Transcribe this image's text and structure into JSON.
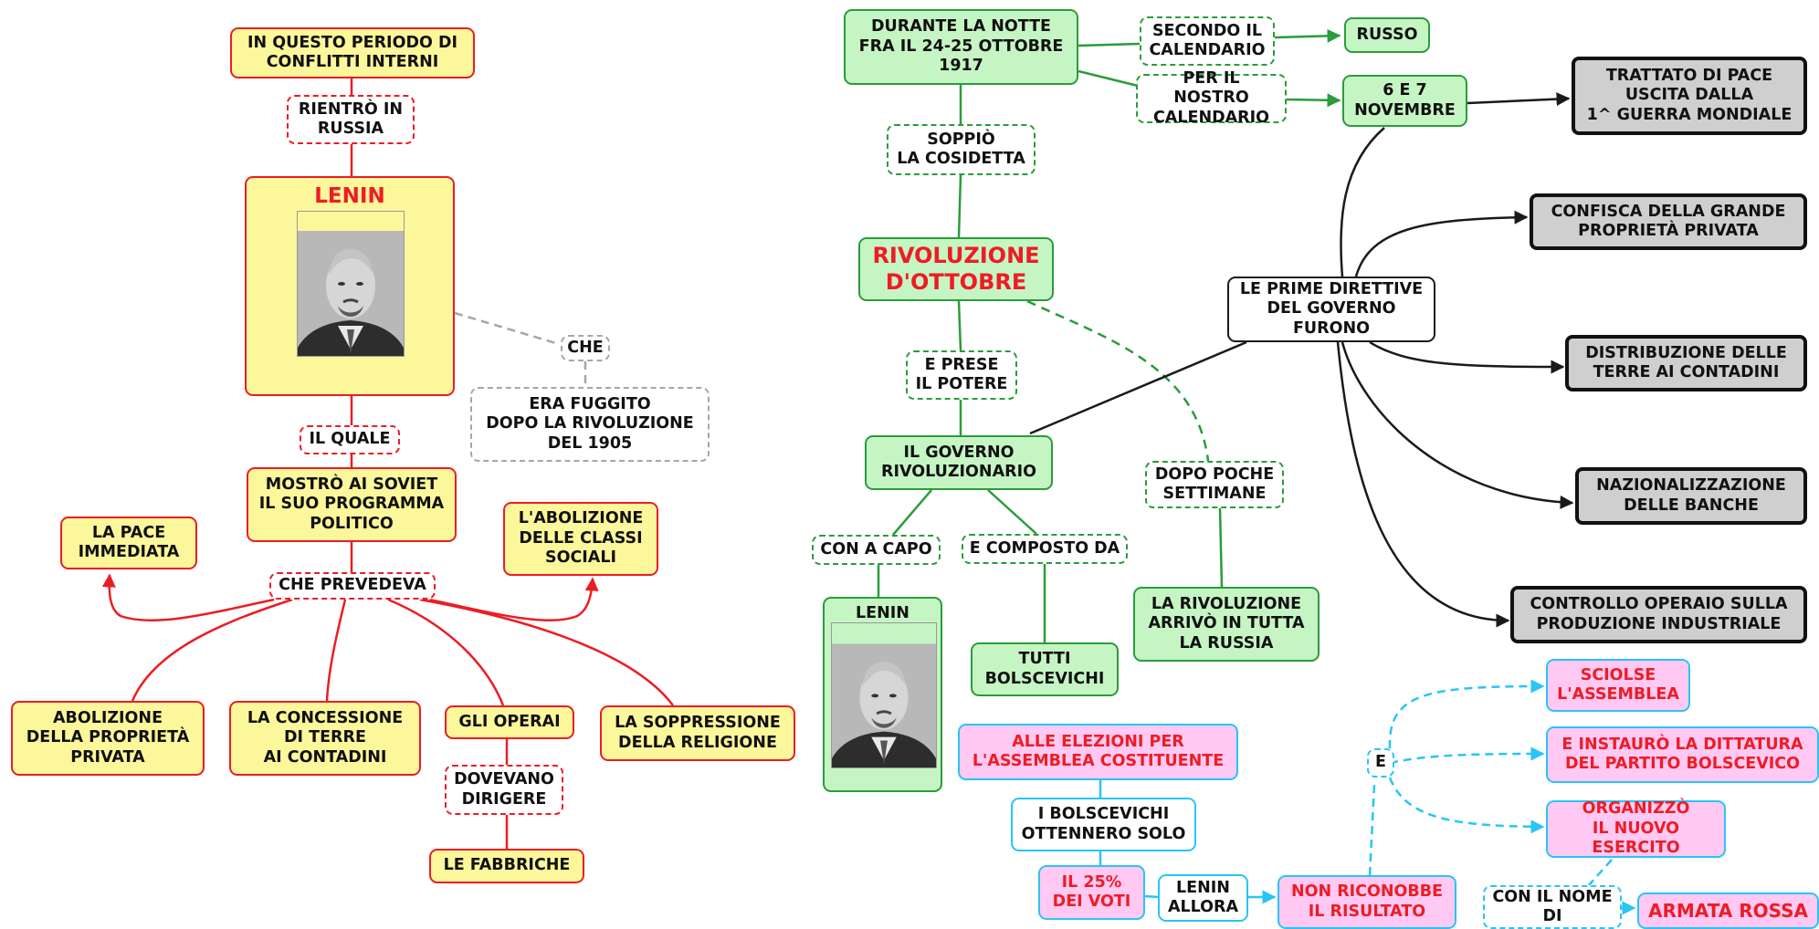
{
  "nodes": {
    "conflitti": "IN QUESTO PERIODO DI\nCONFLITTI INTERNI",
    "rientro": "RIENTRÒ IN\nRUSSIA",
    "lenin_title": "LENIN",
    "che": "CHE",
    "fuggito": "ERA FUGGITO\nDOPO LA RIVOLUZIONE\nDEL 1905",
    "il_quale": "IL QUALE",
    "mostro": "MOSTRÒ AI SOVIET\nIL SUO PROGRAMMA\nPOLITICO",
    "la_pace": "LA PACE\nIMMEDIATA",
    "abolizione_classi": "L'ABOLIZIONE\nDELLE CLASSI\nSOCIALI",
    "che_prevedeva": "CHE PREVEDEVA",
    "abolizione_proprieta": "ABOLIZIONE\nDELLA PROPRIETÀ\nPRIVATA",
    "concessione": "LA CONCESSIONE\nDI TERRE\nAI CONTADINI",
    "gli_operai": "GLI OPERAI",
    "soppressione": "LA SOPPRESSIONE\nDELLA RELIGIONE",
    "dovevano": "DOVEVANO\nDIRIGERE",
    "fabbriche": "LE FABBRICHE",
    "durante": "DURANTE LA NOTTE\nFRA IL 24-25 OTTOBRE\n1917",
    "secondo": "SECONDO IL\nCALENDARIO",
    "russo": "RUSSO",
    "per_il_nostro": "PER IL NOSTRO\nCALENDARIO",
    "sei_sette": "6 E  7\nNOVEMBRE",
    "trattato": "TRATTATO DI PACE\nUSCITA DALLA\n1^ GUERRA MONDIALE",
    "soppio": "SOPPIÒ\nLA COSIDETTA",
    "rivoluzione": "RIVOLUZIONE\nD'OTTOBRE",
    "prime_direttive": "LE PRIME DIRETTIVE\nDEL GOVERNO\nFURONO",
    "confisca": "CONFISCA DELLA GRANDE\nPROPRIETÀ PRIVATA",
    "distribuzione": "DISTRIBUZIONE DELLE\nTERRE AI CONTADINI",
    "nazionalizzazione": "NAZIONALIZZAZIONE\nDELLE BANCHE",
    "controllo": "CONTROLLO OPERAIO SULLA\nPRODUZIONE INDUSTRIALE",
    "e_prese": "E PRESE\nIL POTERE",
    "governo_riv": "IL GOVERNO\nRIVOLUZIONARIO",
    "dopo_poche": "DOPO POCHE\nSETTIMANE",
    "con_a_capo": "CON A CAPO",
    "e_composto": "E COMPOSTO DA",
    "lenin_small": "LENIN",
    "tutti_bolscevichi": "TUTTI\nBOLSCEVICHI",
    "rivoluzione_arrivo": "LA RIVOLUZIONE\nARRIVÒ IN TUTTA\nLA RUSSIA",
    "alle_elezioni": "ALLE ELEZIONI PER\nL'ASSEMBLEA COSTITUENTE",
    "i_bolscevichi": "I BOLSCEVICHI\nOTTENNERO SOLO",
    "il_25": "IL 25%\nDEI VOTI",
    "lenin_allora": "LENIN\nALLORA",
    "non_riconobbe": "NON RICONOBBE\nIL RISULTATO",
    "e_conn": "E",
    "sciolse": "SCIOLSE\nL'ASSEMBLEA",
    "instauro": "E INSTAURÒ LA DITTATURA\nDEL PARTITO BOLSCEVICO",
    "organizzo": "ORGANIZZÒ\nIL NUOVO ESERCITO",
    "con_il_nome": "CON IL NOME\nDI",
    "armata_rossa": "ARMATA ROSSA"
  },
  "colors": {
    "red": "#ec1c24",
    "green": "#2a9c3a",
    "cyan": "#28c5f5",
    "black": "#1a1a1a",
    "gray": "#a6a6a6",
    "yellow_fill": "#fdf79b",
    "green_fill": "#c6f5c4",
    "pink_fill": "#ffc9f3",
    "gray_fill": "#cfcfcf"
  },
  "images": {
    "lenin_photo": "portrait-photo",
    "lenin_photo_small": "portrait-photo"
  }
}
